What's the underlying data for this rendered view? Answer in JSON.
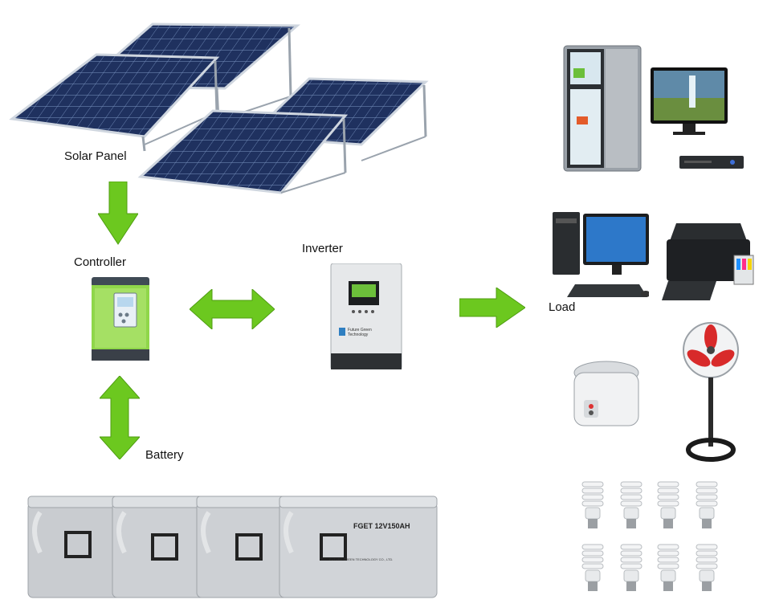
{
  "labels": {
    "solar_panel": "Solar Panel",
    "controller": "Controller",
    "inverter": "Inverter",
    "battery": "Battery",
    "load": "Load"
  },
  "inverter": {
    "brand_line1": "Future Green",
    "brand_line2": "Technology"
  },
  "battery": {
    "model": "FGET 12V150AH",
    "maker": "FUTURE GREEN TECHNOLOGY CO., LTD."
  },
  "colors": {
    "arrow_green": "#6cc81f",
    "controller_green": "#8fd64a",
    "panel_blue": "#1e2f5c"
  },
  "icons": {
    "solar_panels": "solar-panel-icon",
    "charge_controller": "charge-controller-icon",
    "inverter": "inverter-icon",
    "battery": "battery-icon",
    "fridge": "refrigerator-icon",
    "tv": "monitor-icon",
    "dvd": "dvd-player-icon",
    "pc": "desktop-computer-icon",
    "printer": "printer-icon",
    "rice_cooker": "rice-cooker-icon",
    "fan": "standing-fan-icon",
    "bulb": "cfl-bulb-icon"
  }
}
